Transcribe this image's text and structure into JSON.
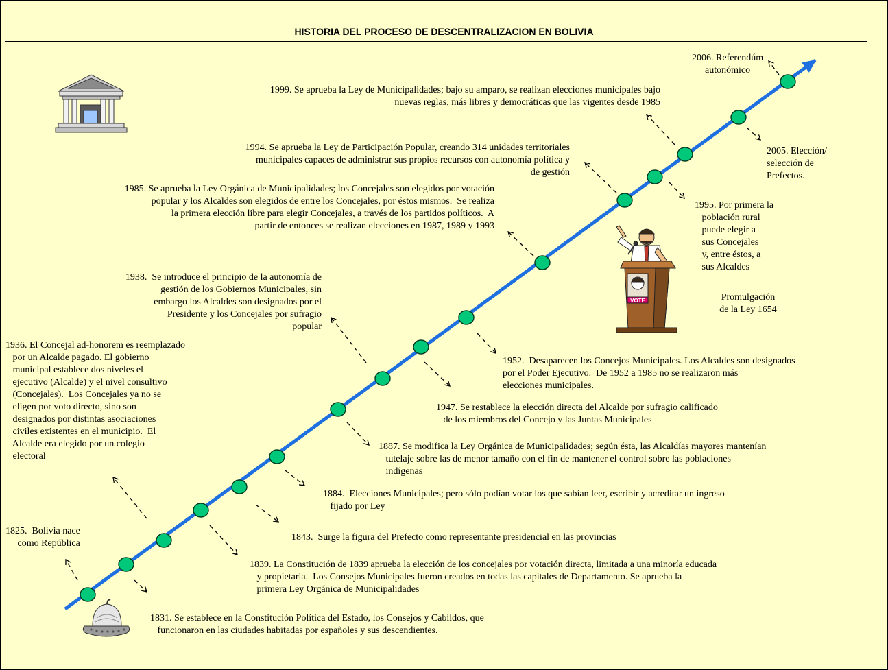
{
  "title": "HISTORIA DEL PROCESO DE DESCENTRALIZACION EN BOLIVIA",
  "events": {
    "e2006": "2006. Referendúm\nautonómico",
    "e1999": "1999. Se aprueba la Ley de Municipalidades; bajo su amparo, se realizan elecciones municipales bajo\nnuevas reglas, más libres y democráticas que las vigentes desde 1985",
    "e1994": "1994. Se aprueba la Ley de Participación Popular, creando 314 unidades territoriales\nmunicipales capaces de administrar sus propios recursos con autonomía política y\nde gestión",
    "e2005": "2005. Elección/\nselección de\nPrefectos.",
    "e1985": "1985. Se aprueba la Ley Orgánica de Municipalidades; los Concejales son elegidos por votación\npopular y los Alcaldes son elegidos de entre los Concejales, por éstos mismos.  Se realiza\nla primera elección libre para elegir Concejales, a través de los partidos políticos.  A\npartir de entonces se realizan elecciones en 1987, 1989 y 1993",
    "e1995": "1995. Por primera la\n   población rural\n   puede elegir a\n   sus Concejales\n   y, entre éstos, a\n   sus Alcaldes",
    "promulgacion": "Promulgación\nde la Ley 1654",
    "e1938": "1938.  Se introduce el principio de la autonomía de\ngestión de los Gobiernos Municipales, sin\nembargo los Alcaldes son designados por el\nPresidente y los Concejales por sufragio\npopular",
    "e1936": "1936. El Concejal ad-honorem es reemplazado\n   por un Alcalde pagado. El gobierno\n   municipal establece dos niveles el\n   ejecutivo (Alcalde) y el nivel consultivo\n   (Concejales).  Los Concejales ya no se\n   eligen por voto directo, sino son\n   designados por distintas asociaciones\n   civiles existentes en el municipio.  El\n   Alcalde era elegido por un colegio\n   electoral",
    "e1952": "1952.  Desaparecen los Concejos Municipales. Los Alcaldes son designados\npor el Poder Ejecutivo.  De 1952 a 1985 no se realizaron más\nelecciones municipales.",
    "e1947": "1947. Se restablece la elección directa del Alcalde por sufragio calificado\n   de los miembros del Concejo y las Juntas Municipales",
    "e1887": "1887. Se modifica la Ley Orgánica de Municipalidades; según ésta, las Alcaldías mayores mantenían\n   tutelaje sobre las de menor tamaño con el fin de mantener el control sobre las poblaciones\n   indígenas",
    "e1884": "1884.  Elecciones Municipales; pero sólo podían votar los que sabían leer, escribir y acreditar un ingreso\n   fijado por Ley",
    "e1843": "1843.  Surge la figura del Prefecto como representante presidencial en las provincias",
    "e1825": "1825.  Bolivia nace\n     como República",
    "e1839": "1839. La Constitución de 1839 aprueba la elección de los concejales por votación directa, limitada a una minoría educada\n   y propietaria.  Los Consejos Municipales fueron creados en todas las capitales de Departamento. Se aprueba la\n   primera Ley Orgánica de Municipalidades",
    "e1831": "1831. Se establece en la Constitución Política del Estado, los Consejos y Cabildos, que\n   funcionaron en las ciudades habitadas por españoles y sus descendientes."
  },
  "vote_sign": "VOTE",
  "colors": {
    "background": "#ffffcc",
    "timeline": "#1e6fe0",
    "node": "#00c87a",
    "node_stroke": "#003b20"
  },
  "icons": [
    "government-building-icon",
    "speaker-podium-icon",
    "conquistador-helmet-icon"
  ]
}
